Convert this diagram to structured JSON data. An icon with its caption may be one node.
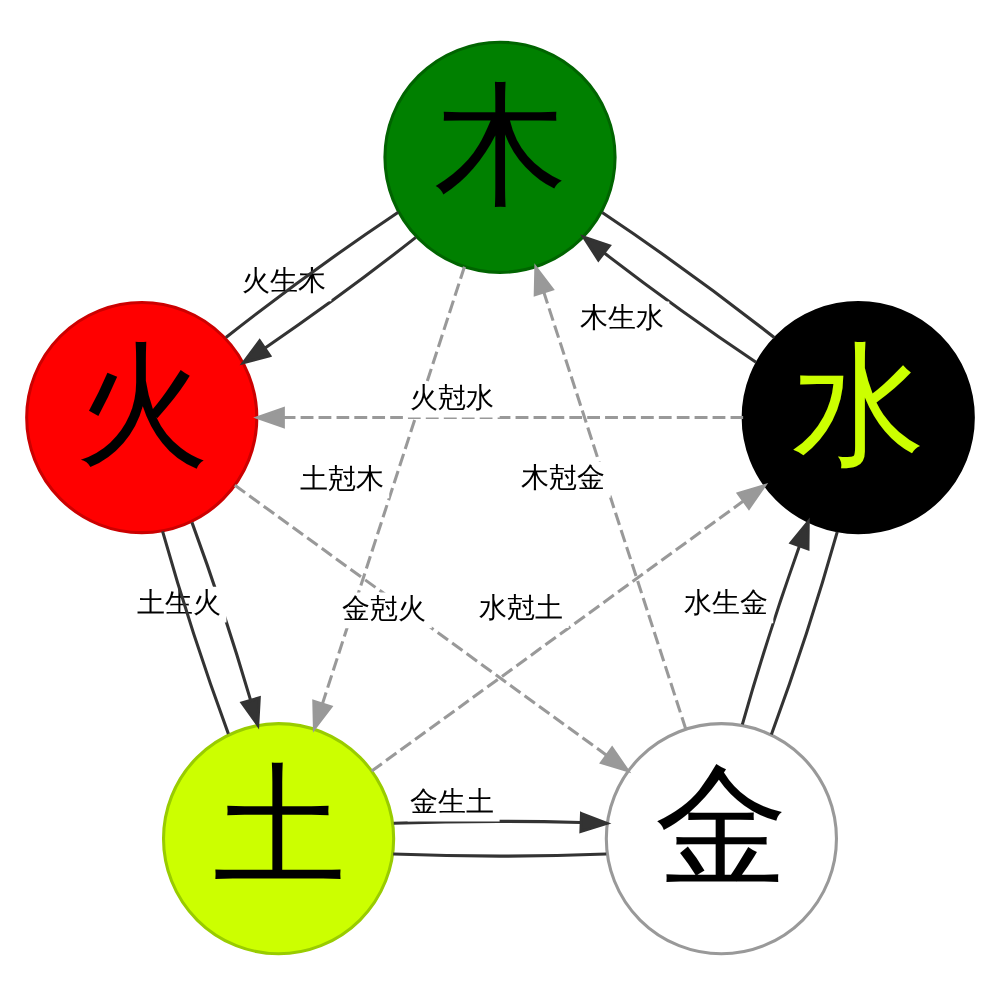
{
  "diagram": {
    "nodes": [
      {
        "text": [
          "木"
        ]
      },
      {
        "text": [
          "火"
        ]
      },
      {
        "text": [
          "水"
        ]
      },
      {
        "text": [
          "土"
        ]
      },
      {
        "text": [
          "金"
        ]
      }
    ],
    "edges": [
      {
        "from": 0,
        "to": 2,
        "arrow": "none"
      },
      {
        "from": 2,
        "to": 4,
        "arrow": "none"
      },
      {
        "from": 4,
        "to": 3,
        "arrow": "none"
      },
      {
        "from": 3,
        "to": 1,
        "arrow": "none"
      },
      {
        "from": 1,
        "to": 0,
        "arrow": "none"
      },
      {
        "from": 0,
        "to": 1,
        "arrow": "to",
        "label": "火生木"
      },
      {
        "from": 2,
        "to": 0,
        "arrow": "to",
        "label": "木生水"
      },
      {
        "from": 1,
        "to": 3,
        "arrow": "to",
        "label": "土生火"
      },
      {
        "from": 4,
        "to": 2,
        "arrow": "to",
        "label": "水生金"
      },
      {
        "from": 3,
        "to": 4,
        "arrow": "to",
        "label": "金生土"
      },
      {
        "from": 2,
        "to": 1,
        "arrow": "to",
        "label": "火尅水",
        "style": "dashed",
        "color": "#999999"
      },
      {
        "from": 4,
        "to": 0,
        "arrow": "to",
        "label": "木尅金",
        "style": "dashed",
        "color": "#999999"
      },
      {
        "from": 3,
        "to": 2,
        "arrow": "to",
        "label": "水尅土",
        "style": "dashed",
        "color": "#999999"
      },
      {
        "from": 1,
        "to": 4,
        "arrow": "to",
        "label": "金尅火",
        "style": "dashed",
        "color": "#999999"
      },
      {
        "from": 0,
        "to": 3,
        "arrow": "to",
        "label": "土尅木",
        "style": "dashed",
        "color": "#999999"
      }
    ]
  }
}
